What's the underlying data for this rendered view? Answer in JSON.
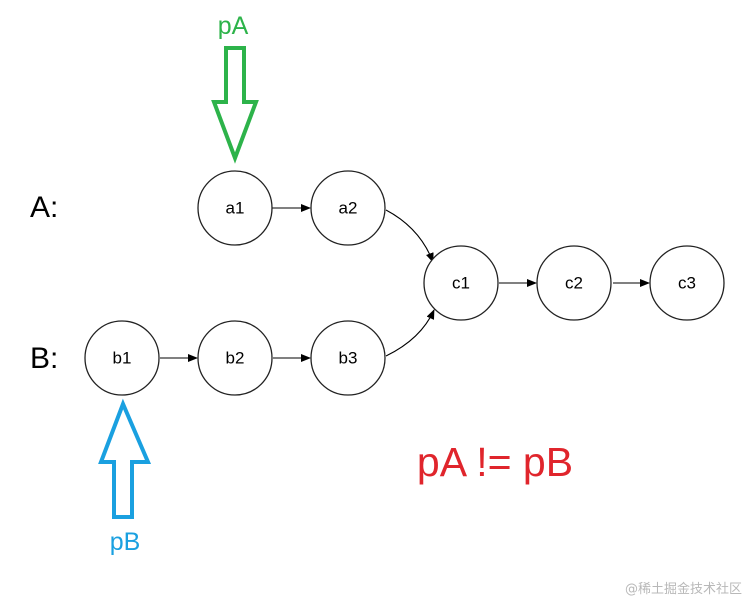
{
  "lists": {
    "a_label": "A:",
    "b_label": "B:"
  },
  "nodes": {
    "a1": "a1",
    "a2": "a2",
    "b1": "b1",
    "b2": "b2",
    "b3": "b3",
    "c1": "c1",
    "c2": "c2",
    "c3": "c3"
  },
  "pointers": {
    "pa_label": "pA",
    "pa_color": "#2db34a",
    "pb_label": "pB",
    "pb_color": "#1aa0e0"
  },
  "condition": {
    "text": "pA != pB",
    "color": "#e0252c"
  },
  "watermark": "@稀土掘金技术社区"
}
